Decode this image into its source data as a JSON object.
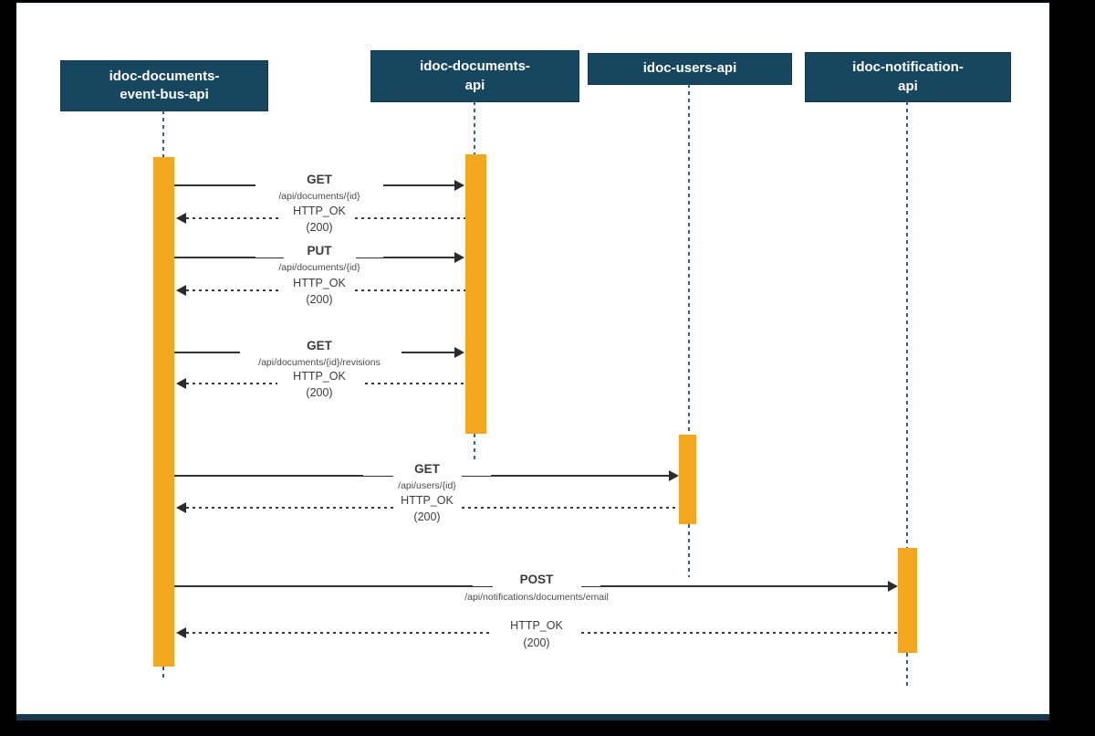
{
  "diagram_type": "uml-sequence-diagram",
  "colors": {
    "backdrop": "#000000",
    "canvas": "#ffffff",
    "actor_box": "#17475f",
    "actor_text": "#ffffff",
    "activation_bar": "#f2a71e",
    "lifeline": "#2e6385",
    "arrow": "#2b2b2b",
    "label_text": "#3b3b3b",
    "footer_bar": "#16384f"
  },
  "actors": [
    {
      "id": "idoc-documents-event-bus-api",
      "line1": "idoc-documents-",
      "line2": "event-bus-api"
    },
    {
      "id": "idoc-documents-api",
      "line1": "idoc-documents-",
      "line2": "api"
    },
    {
      "id": "idoc-users-api",
      "line1": "idoc-users-api",
      "line2": ""
    },
    {
      "id": "idoc-notification-api",
      "line1": "idoc-notification-",
      "line2": "api"
    }
  ],
  "messages": [
    {
      "from": "idoc-documents-event-bus-api",
      "to": "idoc-documents-api",
      "method": "GET",
      "path": "/api/documents/{id}",
      "status": "HTTP_OK",
      "code": "(200)"
    },
    {
      "from": "idoc-documents-event-bus-api",
      "to": "idoc-documents-api",
      "method": "PUT",
      "path": "/api/documents/{id}",
      "status": "HTTP_OK",
      "code": "(200)"
    },
    {
      "from": "idoc-documents-event-bus-api",
      "to": "idoc-documents-api",
      "method": "GET",
      "path": "/api/documents/{id}/revisions",
      "status": "HTTP_OK",
      "code": "(200)"
    },
    {
      "from": "idoc-documents-event-bus-api",
      "to": "idoc-users-api",
      "method": "GET",
      "path": "/api/users/{id}",
      "status": "HTTP_OK",
      "code": "(200)"
    },
    {
      "from": "idoc-documents-event-bus-api",
      "to": "idoc-notification-api",
      "method": "POST",
      "path": "/api/notifications/documents/email",
      "status": "HTTP_OK",
      "code": "(200)"
    }
  ]
}
